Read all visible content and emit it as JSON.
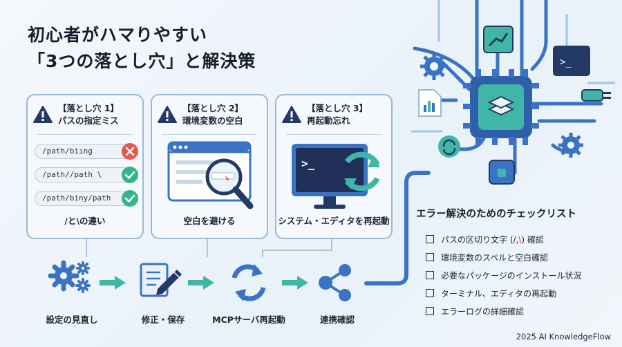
{
  "title": {
    "line1": "初心者がハマりやすい",
    "line2": "「3つの落とし穴」と解決策"
  },
  "pitfalls": [
    {
      "title_line1": "【落とし穴 1】",
      "title_line2": "パスの指定ミス",
      "paths": [
        {
          "text": "/path/biıng",
          "status": "error"
        },
        {
          "text": "/path//path \\",
          "status": "ok"
        },
        {
          "text": "/path/biny/path",
          "status": "ok"
        }
      ],
      "caption": "/と\\の違い"
    },
    {
      "title_line1": "【落とし穴 2】",
      "title_line2": "環境変数の空白",
      "caption": "空白を避ける"
    },
    {
      "title_line1": "【落とし穴 3】",
      "title_line2": "再起動忘れ",
      "terminal_prompt": ">_",
      "caption": "システム・エディタを再起動"
    }
  ],
  "process_steps": [
    {
      "label": "設定の見直し",
      "icon": "gears-icon"
    },
    {
      "label": "修正・保存",
      "icon": "document-edit-icon"
    },
    {
      "label": "MCPサーバ再起動",
      "icon": "refresh-icon"
    },
    {
      "label": "連携確認",
      "icon": "share-network-icon"
    }
  ],
  "checklist": {
    "title": "エラー解決のためのチェックリスト",
    "items": [
      {
        "before": "パスの区切り文字 (",
        "slash": "/",
        "middle": ",",
        "backslash": "\\",
        "after": ") 確認"
      },
      {
        "text": "環境変数のスペルと空白確認"
      },
      {
        "text": "必要なパッケージのインストール状況"
      },
      {
        "text": "ターミナル、エディタの再起動"
      },
      {
        "text": "エラーログの詳細確認"
      }
    ]
  },
  "hub": {
    "terminal_prompt": ">_"
  },
  "footer": "2025 AI KnowledgeFlow",
  "colors": {
    "accent_blue": "#3b73c4",
    "teal": "#41b6a6",
    "dark_navy": "#243a66",
    "error_red": "#e8574a",
    "ok_green": "#35b58a"
  }
}
